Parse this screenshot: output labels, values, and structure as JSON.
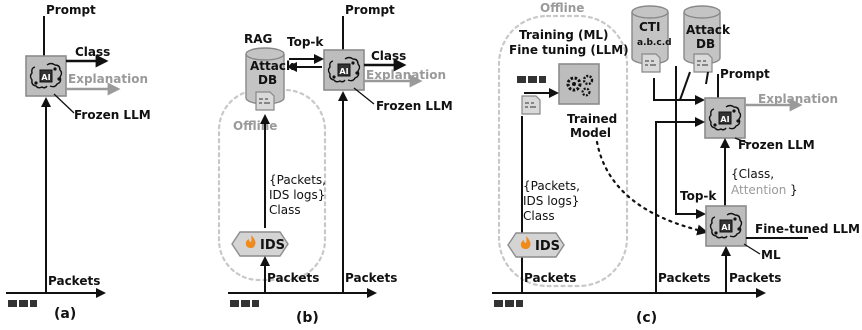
{
  "panel_a": {
    "prompt": "Prompt",
    "class": "Class",
    "explanation": "Explanation",
    "frozen_llm": "Frozen LLM",
    "packets": "Packets",
    "caption": "(a)"
  },
  "panel_b": {
    "rag": "RAG",
    "top_k": "Top-k",
    "prompt": "Prompt",
    "class": "Class",
    "explanation": "Explanation",
    "frozen_llm": "Frozen LLM",
    "attack_db_line1": "Attack",
    "attack_db_line2": "DB",
    "offline": "Offline",
    "ids_out_line1": "{Packets,",
    "ids_out_line2": "IDS logs}",
    "ids_out_line3": "Class",
    "ids": "IDS",
    "packets_ids": "Packets",
    "packets_llm": "Packets",
    "caption": "(b)"
  },
  "panel_c": {
    "offline": "Offline",
    "training": "Training (ML)",
    "fine_tuning": "Fine tuning (LLM)",
    "trained_line1": "Trained",
    "trained_line2": "Model",
    "cti_line1": "CTI",
    "cti_line2": "a.b.c.d",
    "attack_db_line1": "Attack",
    "attack_db_line2": "DB",
    "prompt": "Prompt",
    "explanation": "Explanation",
    "frozen_llm": "Frozen LLM",
    "top_k": "Top-k",
    "class_attention_line1": "{Class,",
    "class_attention_line2a": "Attention",
    "class_attention_line2b": "}",
    "fine_tuned_llm": "Fine-tuned LLM",
    "ml": "ML",
    "ids_out_line1": "{Packets,",
    "ids_out_line2": "IDS logs}",
    "ids_out_line3": "Class",
    "ids": "IDS",
    "packets_ids": "Packets",
    "packets_mid": "Packets",
    "packets_right": "Packets",
    "caption": "(c)"
  },
  "colors": {
    "explanation_gray": "#9a9a9a",
    "offline_gray": "#c8c8c8",
    "ids_fill": "#d4d4d4",
    "flame_orange": "#f08a1a"
  },
  "icons": [
    "brain-ai-icon",
    "database-icon",
    "gears-icon",
    "flame-icon",
    "document-icon",
    "network-node-icon"
  ]
}
